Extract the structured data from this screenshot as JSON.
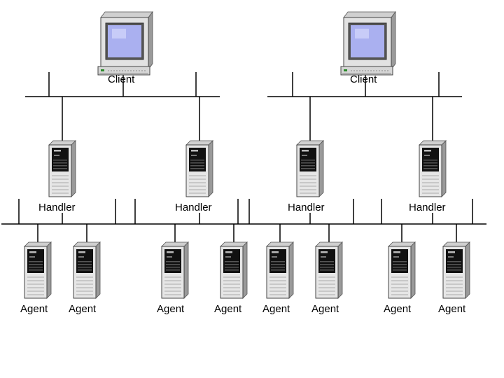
{
  "clients": [
    {
      "label": "Client"
    },
    {
      "label": "Client"
    }
  ],
  "handlers": [
    {
      "label": "Handler"
    },
    {
      "label": "Handler"
    },
    {
      "label": "Handler"
    },
    {
      "label": "Handler"
    }
  ],
  "agents": [
    {
      "label": "Agent"
    },
    {
      "label": "Agent"
    },
    {
      "label": "Agent"
    },
    {
      "label": "Agent"
    },
    {
      "label": "Agent"
    },
    {
      "label": "Agent"
    },
    {
      "label": "Agent"
    },
    {
      "label": "Agent"
    }
  ],
  "icons": {
    "client": "desktop-computer-icon",
    "handler": "tower-server-icon",
    "agent": "tower-server-icon"
  },
  "colors": {
    "line": "#000000",
    "screen": "#aab0f0",
    "case_light": "#e6e6e6",
    "case_side": "#9a9a9a",
    "case_dark": "#111111"
  }
}
